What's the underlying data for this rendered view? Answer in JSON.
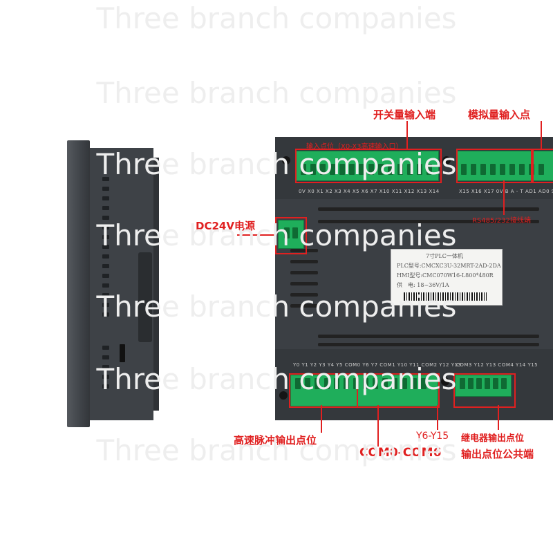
{
  "watermark": {
    "text": "Three branch companies"
  },
  "annotations": {
    "switch_input": "开关量输入端",
    "analog_input": "模拟量输入点",
    "input_points": "输入点位（X0-X3高速输入口）",
    "dc24v": "DC24V电源",
    "rs485": "RS485/232接线端",
    "high_speed_pulse": "高速脉冲输出点位",
    "com": "COM0-COM6",
    "y6_y15": "Y6-Y15",
    "relay_output": "继电器输出点位",
    "output_common": "输出点位公共端"
  },
  "label_plate": {
    "title": "7寸PLC一体机",
    "plc_model": "PLC型号:CMCXC3U-32MRT-2AD-2DA",
    "hmi_model": "HMI型号:CMC070W16-L800*480R",
    "power": "供　电: 18~36V/1A"
  },
  "terminal_labels": {
    "top_left": "0V X0 X1 X2 X3 X4 X5 X6 X7 X10 X11 X12 X13 X14",
    "top_right": "X15 X16 X17 0V  B   A  -  T  AD1 AD0 S",
    "bottom_left": "Y0 Y1 Y2 Y3 Y4 Y5 COM0 Y6 Y7 COM1 Y10 Y11 COM2 Y12 Y13",
    "bottom_right": "COM3 Y12 Y13 COM4 Y14 Y15"
  },
  "colors": {
    "accent_red": "#e02020",
    "terminal_green": "#1fae5b",
    "body_dark": "#3b3f44"
  }
}
